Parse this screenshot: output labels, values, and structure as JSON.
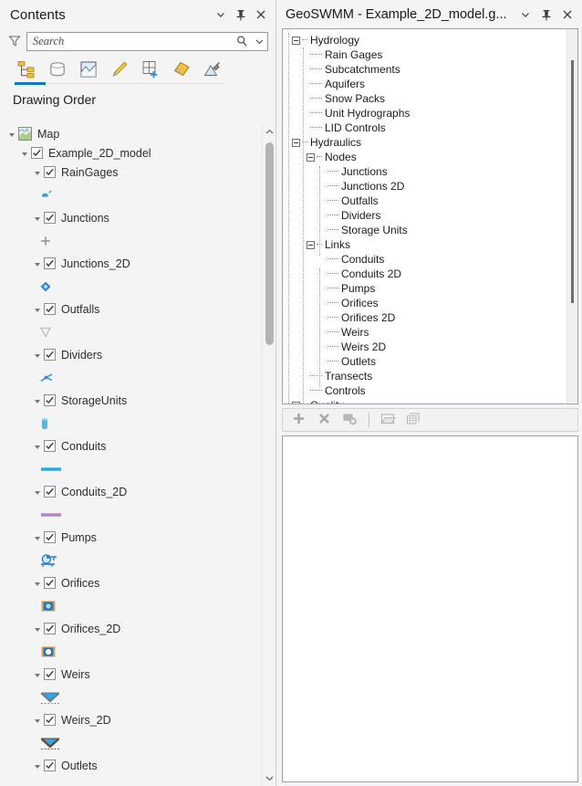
{
  "contents_pane": {
    "title": "Contents",
    "header_buttons": [
      {
        "name": "menu-chevron-icon",
        "label": "⌄"
      },
      {
        "name": "pin-icon",
        "label": "pin"
      },
      {
        "name": "close-icon",
        "label": "×"
      }
    ],
    "search": {
      "placeholder": "Search",
      "value": "",
      "filter_icon": "funnel-icon",
      "search_icon": "magnifier-icon",
      "dropdown_icon": "chevron-down-icon"
    },
    "tabs": [
      {
        "name": "tab-drawing-order",
        "icon": "hierarchy-icon",
        "active": true
      },
      {
        "name": "tab-data-source",
        "icon": "database-cylinder-icon",
        "active": false
      },
      {
        "name": "tab-selection",
        "icon": "map-selection-icon",
        "active": false
      },
      {
        "name": "tab-editing",
        "icon": "pencil-icon",
        "active": false
      },
      {
        "name": "tab-add-grid",
        "icon": "grid-plus-icon",
        "active": false
      },
      {
        "name": "tab-labeling",
        "icon": "tag-icon",
        "active": false
      },
      {
        "name": "tab-snapping",
        "icon": "snapping-icon",
        "active": false
      }
    ],
    "section_heading": "Drawing Order",
    "tree": {
      "root": {
        "label": "Map",
        "icon": "map-thumbnail-icon",
        "expanded": true
      },
      "group": {
        "label": "Example_2D_model",
        "checked": true,
        "expanded": true
      },
      "layers": [
        {
          "label": "RainGages",
          "checked": true,
          "expanded": true,
          "symbol": "raingage-symbol",
          "color": "#3a9fd4"
        },
        {
          "label": "Junctions",
          "checked": true,
          "expanded": true,
          "symbol": "plus-symbol",
          "color": "#9a9a9a"
        },
        {
          "label": "Junctions_2D",
          "checked": true,
          "expanded": true,
          "symbol": "diamond-symbol",
          "color": "#2f7fd0"
        },
        {
          "label": "Outfalls",
          "checked": true,
          "expanded": true,
          "symbol": "triangle-symbol",
          "color": "#c2c2c2"
        },
        {
          "label": "Dividers",
          "checked": true,
          "expanded": true,
          "symbol": "divider-symbol",
          "color": "#3a8fc4"
        },
        {
          "label": "StorageUnits",
          "checked": true,
          "expanded": true,
          "symbol": "storage-symbol",
          "color": "#5ab4e0"
        },
        {
          "label": "Conduits",
          "checked": true,
          "expanded": true,
          "symbol": "line-symbol",
          "color": "#29abe2"
        },
        {
          "label": "Conduits_2D",
          "checked": true,
          "expanded": true,
          "symbol": "line-symbol",
          "color": "#b088c4"
        },
        {
          "label": "Pumps",
          "checked": true,
          "expanded": true,
          "symbol": "pump-symbol",
          "color": "#2f7fd0"
        },
        {
          "label": "Orifices",
          "checked": true,
          "expanded": true,
          "symbol": "orifice-symbol",
          "color": "#2f7fd0"
        },
        {
          "label": "Orifices_2D",
          "checked": true,
          "expanded": true,
          "symbol": "orifice2d-symbol",
          "color": "#2f7fd0"
        },
        {
          "label": "Weirs",
          "checked": true,
          "expanded": true,
          "symbol": "weir-symbol",
          "color": "#6b7f91"
        },
        {
          "label": "Weirs_2D",
          "checked": true,
          "expanded": true,
          "symbol": "weir2d-symbol",
          "color": "#6b4a32"
        },
        {
          "label": "Outlets",
          "checked": true,
          "expanded": true,
          "symbol": "outlet-symbol",
          "color": "#3a3a3a"
        }
      ]
    },
    "scrollbar": {
      "up_arrow": "scroll-up-arrow",
      "down_arrow": "scroll-down-arrow"
    }
  },
  "geoswmm_pane": {
    "title": "GeoSWMM - Example_2D_model.g...",
    "header_buttons": [
      {
        "name": "menu-chevron-icon",
        "label": "⌄"
      },
      {
        "name": "pin-icon",
        "label": "pin"
      },
      {
        "name": "close-icon",
        "label": "×"
      }
    ],
    "tree": [
      {
        "label": "Hydrology",
        "depth": 0,
        "expander": true
      },
      {
        "label": "Rain Gages",
        "depth": 1,
        "expander": false
      },
      {
        "label": "Subcatchments",
        "depth": 1,
        "expander": false
      },
      {
        "label": "Aquifers",
        "depth": 1,
        "expander": false
      },
      {
        "label": "Snow Packs",
        "depth": 1,
        "expander": false
      },
      {
        "label": "Unit Hydrographs",
        "depth": 1,
        "expander": false
      },
      {
        "label": "LID Controls",
        "depth": 1,
        "expander": false
      },
      {
        "label": "Hydraulics",
        "depth": 0,
        "expander": true
      },
      {
        "label": "Nodes",
        "depth": 1,
        "expander": true
      },
      {
        "label": "Junctions",
        "depth": 2,
        "expander": false
      },
      {
        "label": "Junctions 2D",
        "depth": 2,
        "expander": false
      },
      {
        "label": "Outfalls",
        "depth": 2,
        "expander": false
      },
      {
        "label": "Dividers",
        "depth": 2,
        "expander": false
      },
      {
        "label": "Storage Units",
        "depth": 2,
        "expander": false
      },
      {
        "label": "Links",
        "depth": 1,
        "expander": true
      },
      {
        "label": "Conduits",
        "depth": 2,
        "expander": false
      },
      {
        "label": "Conduits 2D",
        "depth": 2,
        "expander": false
      },
      {
        "label": "Pumps",
        "depth": 2,
        "expander": false
      },
      {
        "label": "Orifices",
        "depth": 2,
        "expander": false
      },
      {
        "label": "Orifices 2D",
        "depth": 2,
        "expander": false
      },
      {
        "label": "Weirs",
        "depth": 2,
        "expander": false
      },
      {
        "label": "Weirs 2D",
        "depth": 2,
        "expander": false
      },
      {
        "label": "Outlets",
        "depth": 2,
        "expander": false
      },
      {
        "label": "Transects",
        "depth": 1,
        "expander": false
      },
      {
        "label": "Controls",
        "depth": 1,
        "expander": false
      },
      {
        "label": "Quality",
        "depth": 0,
        "expander": true
      }
    ],
    "toolbar": [
      {
        "name": "add-button",
        "icon": "plus-icon",
        "enabled": false
      },
      {
        "name": "delete-button",
        "icon": "x-icon",
        "enabled": false
      },
      {
        "name": "delete-all-button",
        "icon": "delete-all-icon",
        "enabled": false
      },
      {
        "name": "open-button",
        "icon": "open-folder-icon",
        "enabled": false
      },
      {
        "name": "copy-button",
        "icon": "copy-layers-icon",
        "enabled": false
      }
    ],
    "content_area": ""
  },
  "theme": {
    "pane_bg": "#f4f4f4",
    "accent": "#0e79c0",
    "border": "#9aa3ab",
    "text": "#2b2b2b"
  }
}
